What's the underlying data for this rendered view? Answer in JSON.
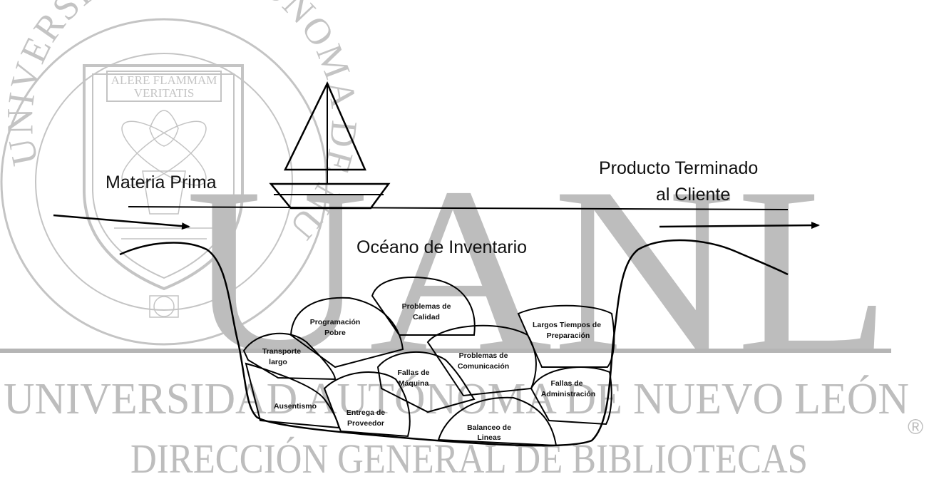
{
  "diagram": {
    "input_label": "Materia Prima",
    "output_label_line1": "Producto Terminado",
    "output_label_line2": "al Cliente",
    "ocean_label": "Océano de Inventario",
    "rocks": [
      {
        "id": "problemas-calidad",
        "line1": "Problemas de",
        "line2": "Calidad"
      },
      {
        "id": "programacion-pobre",
        "line1": "Programación",
        "line2": "Pobre"
      },
      {
        "id": "transporte-largo",
        "line1": "Transporte",
        "line2": "largo"
      },
      {
        "id": "largos-tiempos",
        "line1": "Largos Tiempos de",
        "line2": "Preparación"
      },
      {
        "id": "problemas-comunicacion",
        "line1": "Problemas de",
        "line2": "Comunicación"
      },
      {
        "id": "fallas-maquina",
        "line1": "Fallas de",
        "line2": "Máquina"
      },
      {
        "id": "fallas-administracion",
        "line1": "Fallas de",
        "line2": "Administración"
      },
      {
        "id": "ausentismo",
        "line1": "Ausentismo",
        "line2": ""
      },
      {
        "id": "entrega-proveedor",
        "line1": "Entrega de",
        "line2": "Proveedor"
      },
      {
        "id": "balanceo-lineas",
        "line1": "Balanceo de",
        "line2": "Lineas"
      }
    ]
  },
  "watermark": {
    "seal_ring_text": "UNIVERSIDAD AUTONOMA DE NUEVO LEON",
    "seal_motto_line1": "ALERE FLAMMAM",
    "seal_motto_line2": "VERITATIS",
    "big_letters": "UANL",
    "university_name": "UNIVERSIDAD AUTÓNOMA DE NUEVO LEÓN",
    "registered_mark": "®",
    "library_name": "DIRECCIÓN GENERAL DE BIBLIOTECAS",
    "color": "#bdbdbd"
  }
}
